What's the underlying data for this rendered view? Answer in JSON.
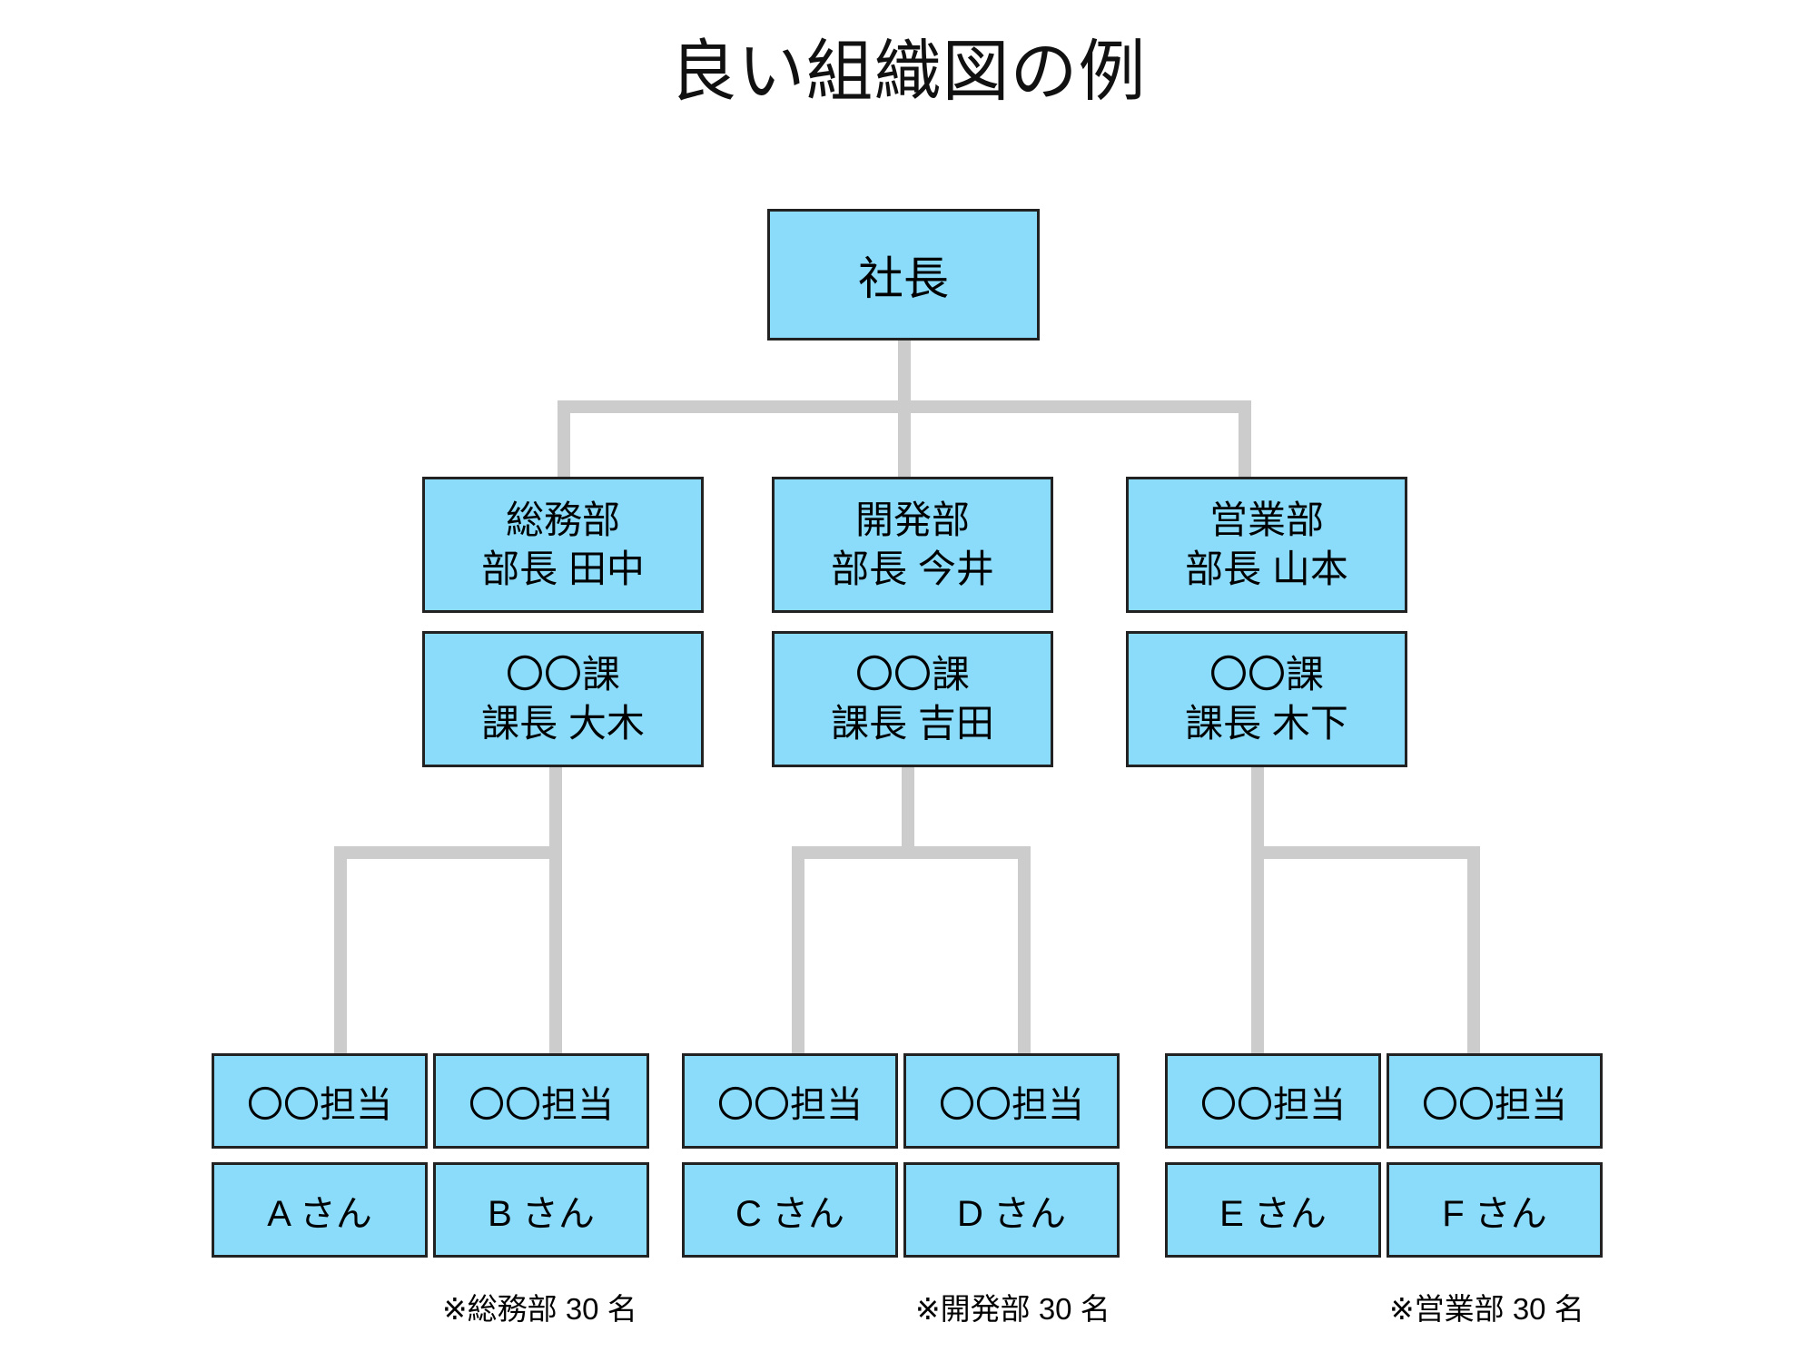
{
  "title": "良い組織図の例",
  "colors": {
    "node_fill": "#8BDCFA",
    "node_border": "#222222",
    "connector": "#CCCCCC",
    "background": "#FFFFFF",
    "text": "#000000"
  },
  "org": {
    "ceo": {
      "label": "社長"
    },
    "departments": [
      {
        "dept_name": "総務部",
        "dept_head": "部長 田中",
        "section_name": "〇〇課",
        "section_head": "課長 大木",
        "members": [
          {
            "role": "〇〇担当",
            "person": "A さん"
          },
          {
            "role": "〇〇担当",
            "person": "B さん"
          }
        ],
        "footnote": "※総務部 30 名"
      },
      {
        "dept_name": "開発部",
        "dept_head": "部長 今井",
        "section_name": "〇〇課",
        "section_head": "課長 吉田",
        "members": [
          {
            "role": "〇〇担当",
            "person": "C さん"
          },
          {
            "role": "〇〇担当",
            "person": "D さん"
          }
        ],
        "footnote": "※開発部 30 名"
      },
      {
        "dept_name": "営業部",
        "dept_head": "部長 山本",
        "section_name": "〇〇課",
        "section_head": "課長 木下",
        "members": [
          {
            "role": "〇〇担当",
            "person": "E さん"
          },
          {
            "role": "〇〇担当",
            "person": "F さん"
          }
        ],
        "footnote": "※営業部 30 名"
      }
    ]
  }
}
